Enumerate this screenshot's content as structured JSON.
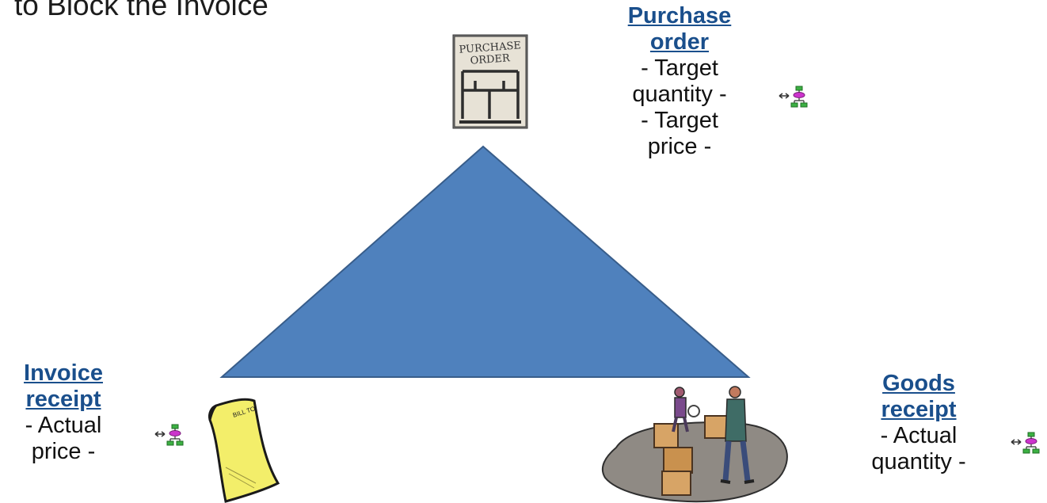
{
  "title": "to Block the Invoice",
  "nodes": {
    "purchase_order": {
      "link": [
        "Purchase",
        "order"
      ],
      "lines": [
        "- Target",
        "quantity -",
        "- Target",
        "price -"
      ]
    },
    "invoice_receipt": {
      "link": [
        "Invoice",
        "receipt"
      ],
      "lines": [
        "- Actual",
        "price -"
      ]
    },
    "goods_receipt": {
      "link": [
        "Goods",
        "receipt"
      ],
      "lines": [
        "- Actual",
        "quantity -"
      ]
    }
  },
  "clipart_text": {
    "purchase_order_doc": "PURCHASE ORDER",
    "invoice_doc": "BILL TO"
  },
  "colors": {
    "triangle_fill": "#4f81bd",
    "triangle_stroke": "#385d8a",
    "link": "#1a4f8c"
  },
  "icons": [
    "purchase-order-clipart",
    "invoice-clipart",
    "goods-clipart",
    "hierarchy-nav-icon"
  ]
}
